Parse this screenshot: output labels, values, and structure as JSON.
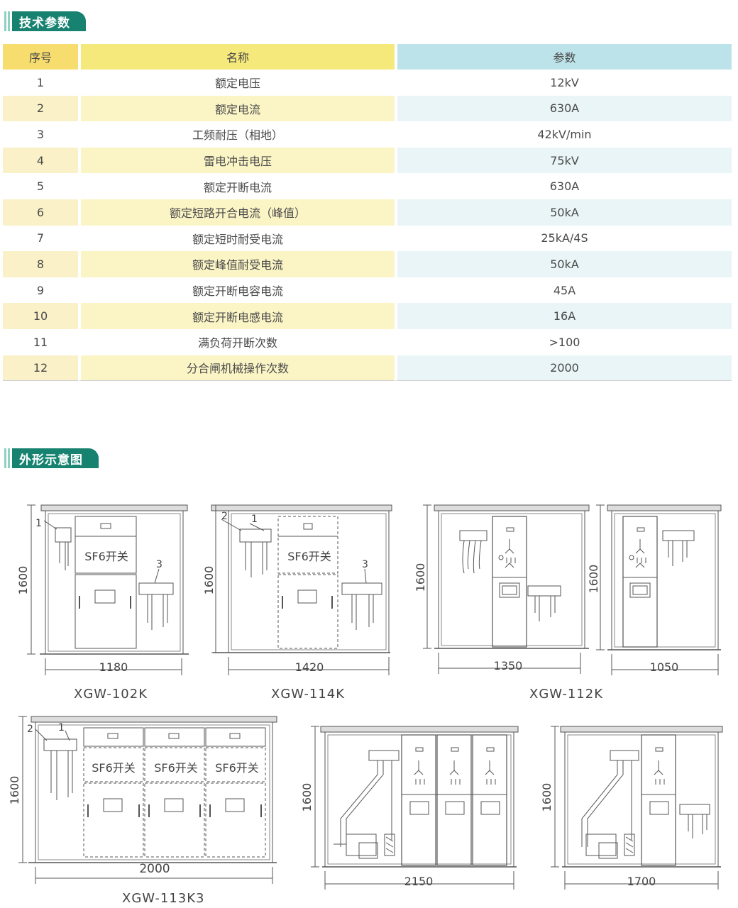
{
  "section_params": "技术参数",
  "section_outline": "外形示意图",
  "table": {
    "headers": [
      "序号",
      "名称",
      "参数"
    ],
    "rows": [
      {
        "no": "1",
        "name": "额定电压",
        "value": "12kV"
      },
      {
        "no": "2",
        "name": "额定电流",
        "value": "630A"
      },
      {
        "no": "3",
        "name": "工频耐压（相地）",
        "value": "42kV/min"
      },
      {
        "no": "4",
        "name": "雷电冲击电压",
        "value": "75kV"
      },
      {
        "no": "5",
        "name": "额定开断电流",
        "value": "630A"
      },
      {
        "no": "6",
        "name": "额定短路开合电流（峰值）",
        "value": "50kA"
      },
      {
        "no": "7",
        "name": "额定短时耐受电流",
        "value": "25kA/4S"
      },
      {
        "no": "8",
        "name": "额定峰值耐受电流",
        "value": "50kA"
      },
      {
        "no": "9",
        "name": "额定开断电容电流",
        "value": "45A"
      },
      {
        "no": "10",
        "name": "额定开断电感电流",
        "value": "16A"
      },
      {
        "no": "11",
        "name": "满负荷开断次数",
        "value": ">100"
      },
      {
        "no": "12",
        "name": "分合闸机械操作次数",
        "value": "2000"
      }
    ]
  },
  "drawings": {
    "height_label": "1600",
    "switch_label": "SF6开关",
    "callouts": [
      "1",
      "2",
      "3"
    ],
    "widths": [
      "1180",
      "1420",
      "1350",
      "1050",
      "2000",
      "2150",
      "1700"
    ],
    "models": [
      "XGW-102K",
      "XGW-114K",
      "XGW-112K",
      "XGW-113K3"
    ]
  }
}
